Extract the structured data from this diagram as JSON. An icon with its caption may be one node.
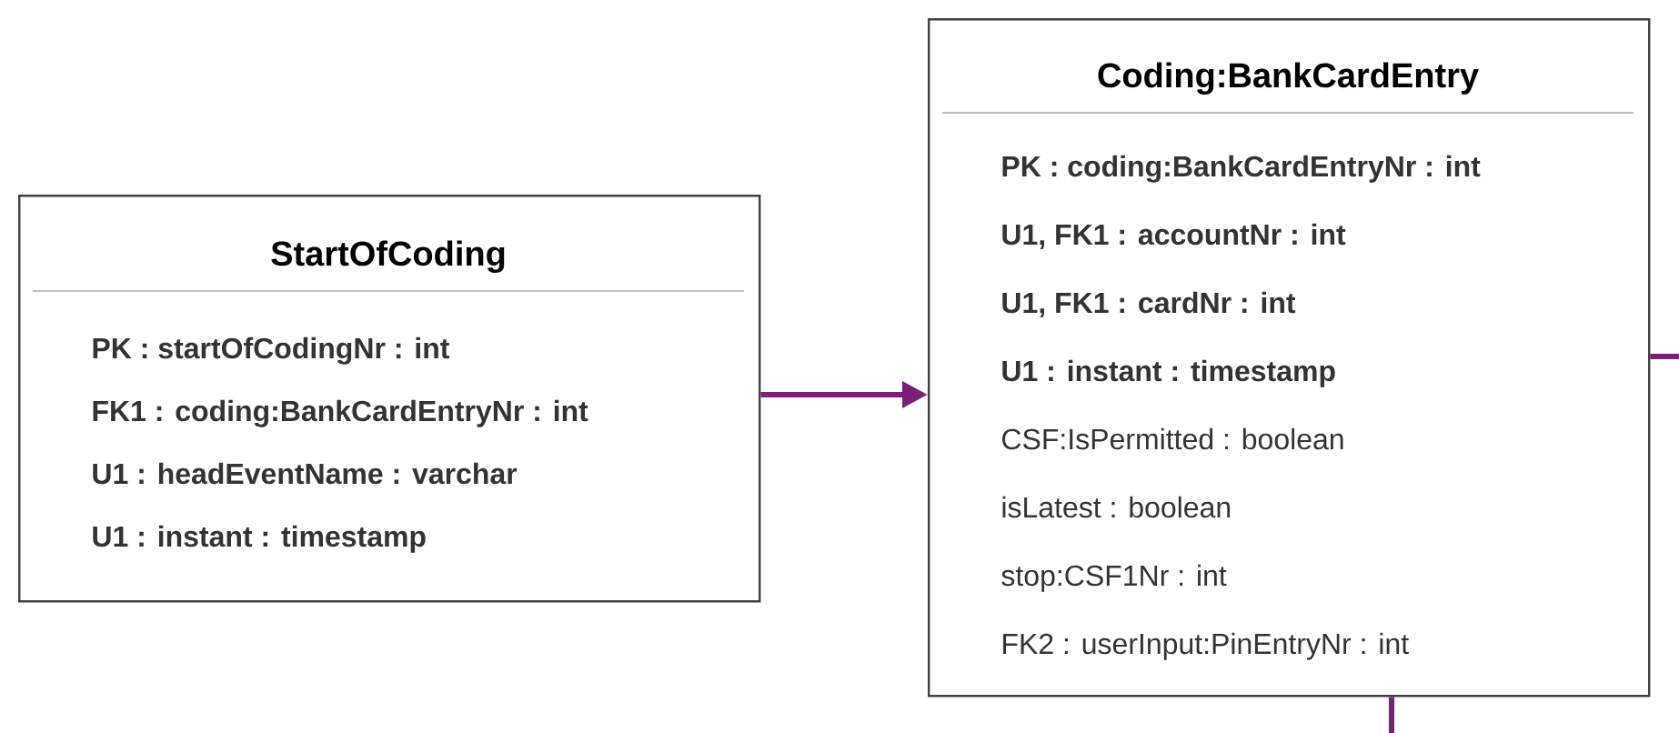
{
  "diagram": {
    "nodes": [
      {
        "text": [
          "StartOfCoding",
          "**PK : startOfCodingNr : int**",
          "**FK1 : coding:BankCardEntryNr : int**",
          "**U1 : headEventName : varchar**",
          "**U1 : instant : timestamp**"
        ]
      },
      {
        "text": [
          "Coding:BankCardEntry",
          "**PK : coding:BankCardEntryNr : int**",
          "**U1, FK1 : accountNr : int**",
          "**U1, FK1 : cardNr : int**",
          "**U1 : instant : timestamp**",
          "CSF:IsPermitted : boolean",
          "isLatest : boolean",
          "stop:CSF1Nr : int",
          "FK2 : userInput:PinEntryNr : int"
        ]
      }
    ],
    "edges": [
      {
        "from": 0,
        "to": 1,
        "arrow": "to",
        "color": "#7a1f7a"
      },
      {
        "from": 1,
        "to": null,
        "arrow": "none",
        "color": "#7a1f7a"
      },
      {
        "from": 1,
        "to": null,
        "arrow": "none",
        "color": "#7a1f7a"
      }
    ]
  }
}
